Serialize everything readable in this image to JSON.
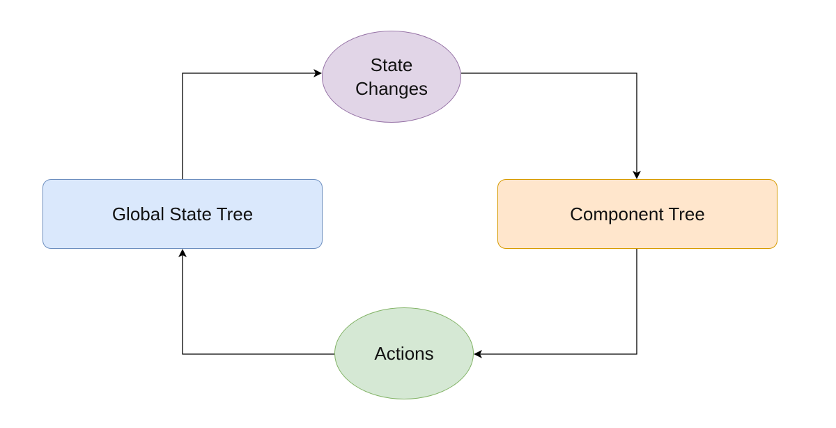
{
  "nodes": {
    "global_state_tree": {
      "label": "Global State Tree",
      "fill": "#dae8fc",
      "stroke": "#6c8ebf"
    },
    "component_tree": {
      "label": "Component Tree",
      "fill": "#ffe6cc",
      "stroke": "#d79b00"
    },
    "state_changes": {
      "label_line1": "State",
      "label_line2": "Changes",
      "fill": "#e1d5e7",
      "stroke": "#9673a6"
    },
    "actions": {
      "label": "Actions",
      "fill": "#d5e8d4",
      "stroke": "#82b366"
    }
  },
  "edge_color": "#000000",
  "edges": [
    {
      "from": "global_state_tree",
      "to": "state_changes"
    },
    {
      "from": "state_changes",
      "to": "component_tree"
    },
    {
      "from": "component_tree",
      "to": "actions"
    },
    {
      "from": "actions",
      "to": "global_state_tree"
    }
  ]
}
